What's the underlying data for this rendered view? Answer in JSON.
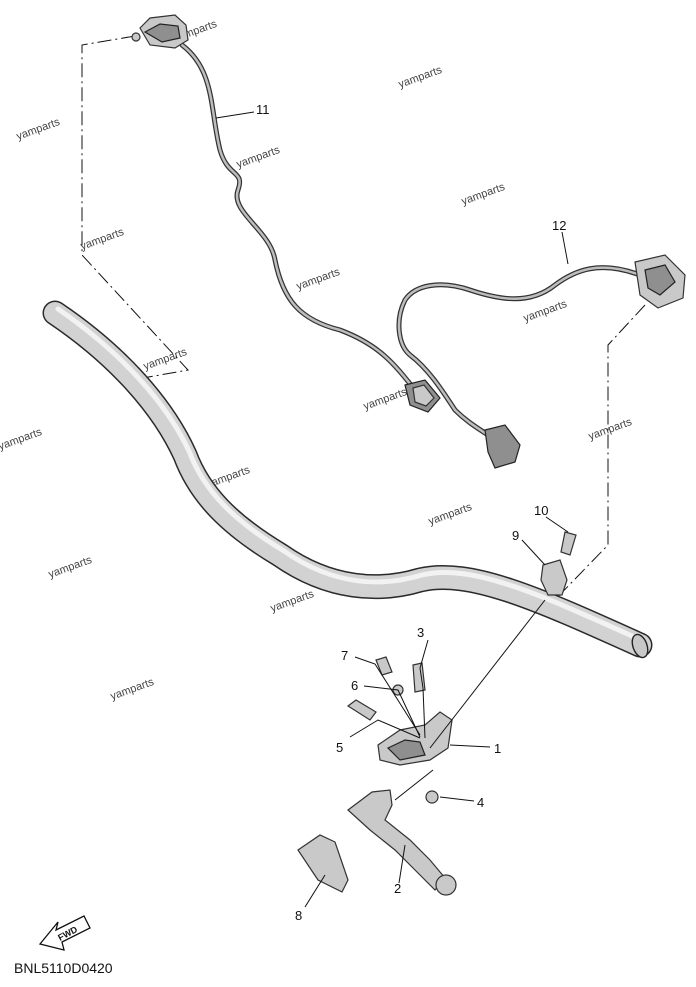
{
  "diagram": {
    "code": "BNL5110D0420",
    "fwd_label": "FWD",
    "watermark": "yamparts",
    "callouts": [
      "1",
      "2",
      "3",
      "4",
      "5",
      "6",
      "7",
      "8",
      "9",
      "10",
      "11",
      "12"
    ]
  }
}
